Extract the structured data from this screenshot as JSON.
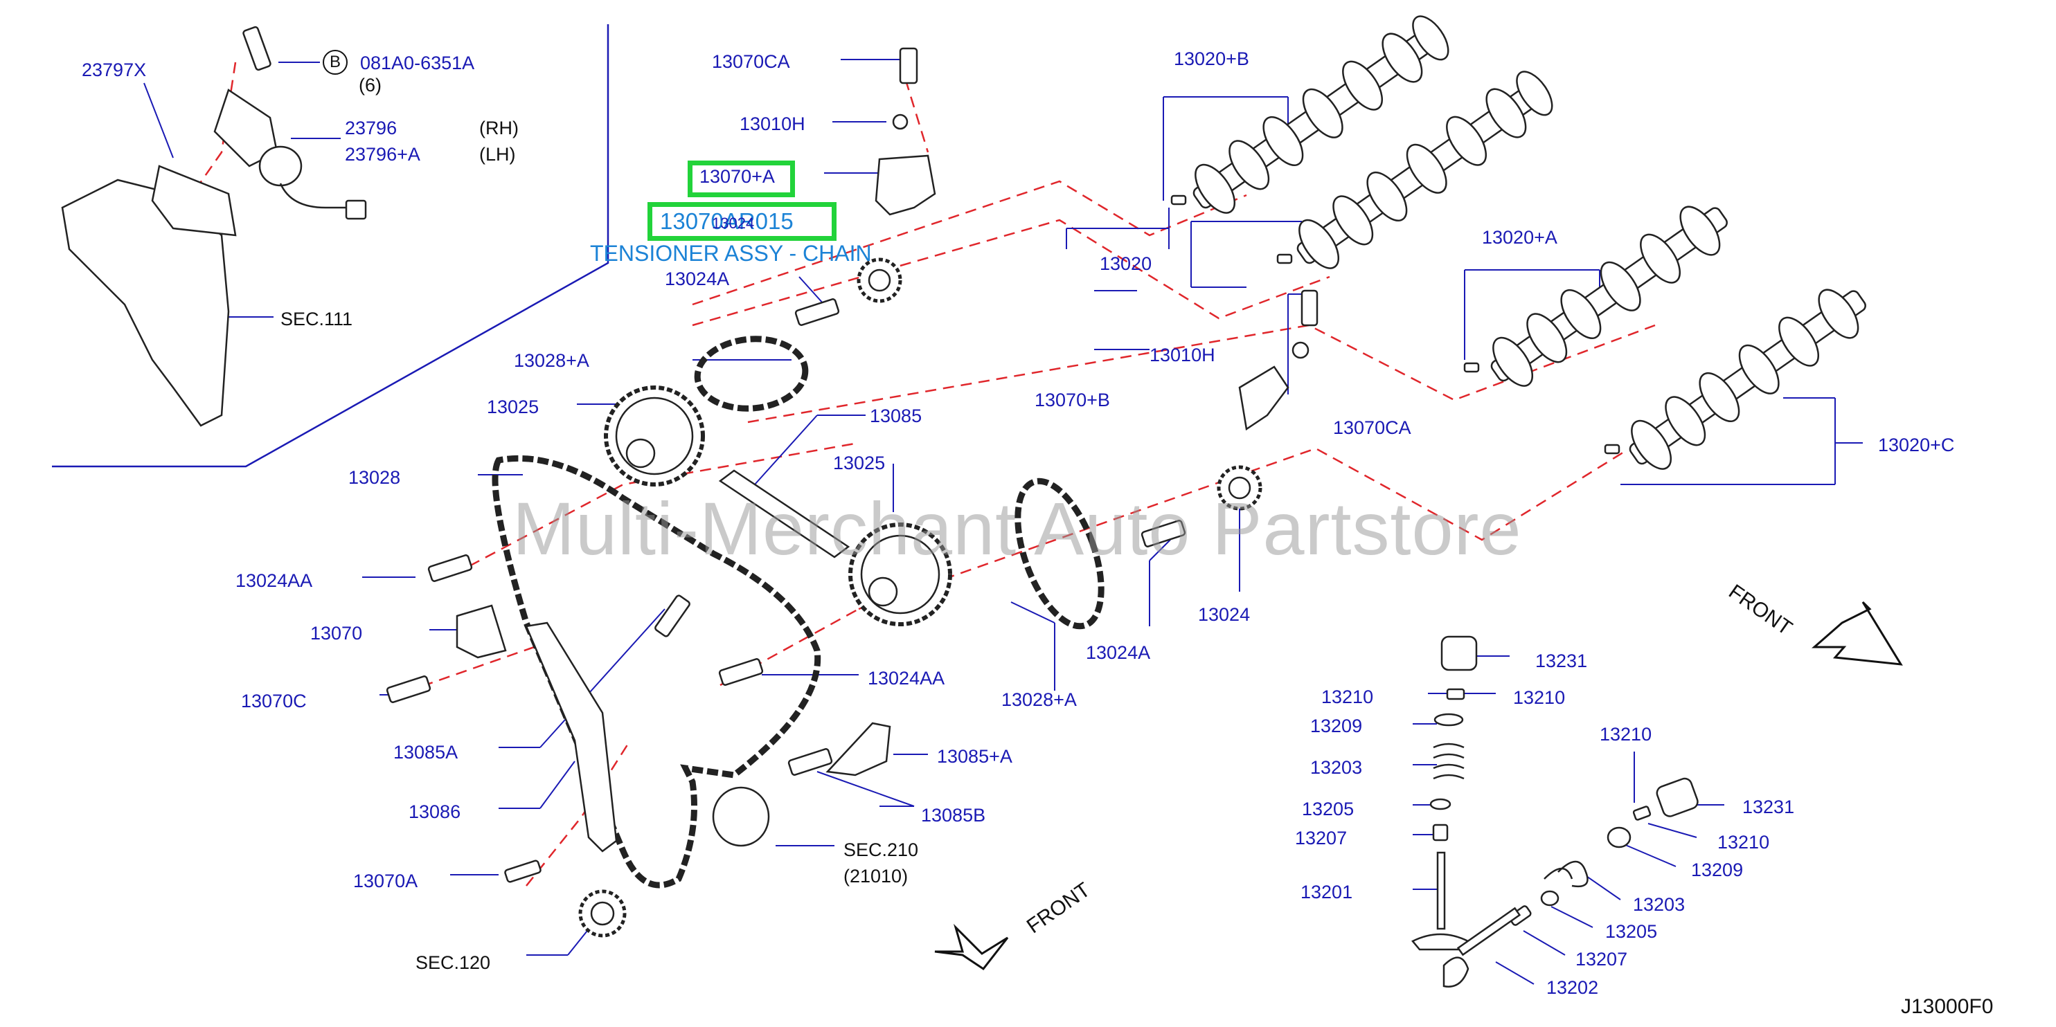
{
  "diagram_code": "J13000F0",
  "watermark": "Multi-Merchant Auto Partstore",
  "selected": {
    "part_number": "13070AR015",
    "description": "TENSIONER ASSY - CHAIN",
    "callout": "13070+A"
  },
  "bolt_ref": {
    "letter": "B",
    "code": "081A0-6351A",
    "qty": "(6)"
  },
  "variants": {
    "rh": "(RH)",
    "lh": "(LH)"
  },
  "front_labels": [
    "FRONT",
    "FRONT"
  ],
  "sections": {
    "sec111": "SEC.111",
    "sec210": "SEC.210",
    "sec210_sub": "(21010)",
    "sec120": "SEC.120"
  },
  "callouts": {
    "p23797x": "23797X",
    "p23796": "23796",
    "p23796a": "23796+A",
    "p13070ca_top": "13070CA",
    "p13010h_top": "13010H",
    "p13070a": "13070+A",
    "p13024_top": "13024",
    "p13024a_top": "13024A",
    "p13028a_top": "13028+A",
    "p13025_left": "13025",
    "p13028": "13028",
    "p13085": "13085",
    "p13025_mid": "13025",
    "p13024aa_left": "13024AA",
    "p13070": "13070",
    "p13070c": "13070C",
    "p13085a": "13085A",
    "p13086": "13086",
    "p13070a2": "13070A",
    "p13024aa_mid": "13024AA",
    "p13085a_plus": "13085+A",
    "p13085b": "13085B",
    "p13020b": "13020+B",
    "p13020": "13020",
    "p13020a": "13020+A",
    "p13020c": "13020+C",
    "p13010h_mid": "13010H",
    "p13070b": "13070+B",
    "p13070ca_mid": "13070CA",
    "p13024_mid": "13024",
    "p13024a_mid": "13024A",
    "p13028a_mid": "13028+A",
    "p13231a": "13231",
    "p13210a": "13210",
    "p13210b": "13210",
    "p13209a": "13209",
    "p13203a": "13203",
    "p13205a": "13205",
    "p13207a": "13207",
    "p13201": "13201",
    "p13210c": "13210",
    "p13231b": "13231",
    "p13210d": "13210",
    "p13209b": "13209",
    "p13203b": "13203",
    "p13205b": "13205",
    "p13207b": "13207",
    "p13202": "13202"
  }
}
